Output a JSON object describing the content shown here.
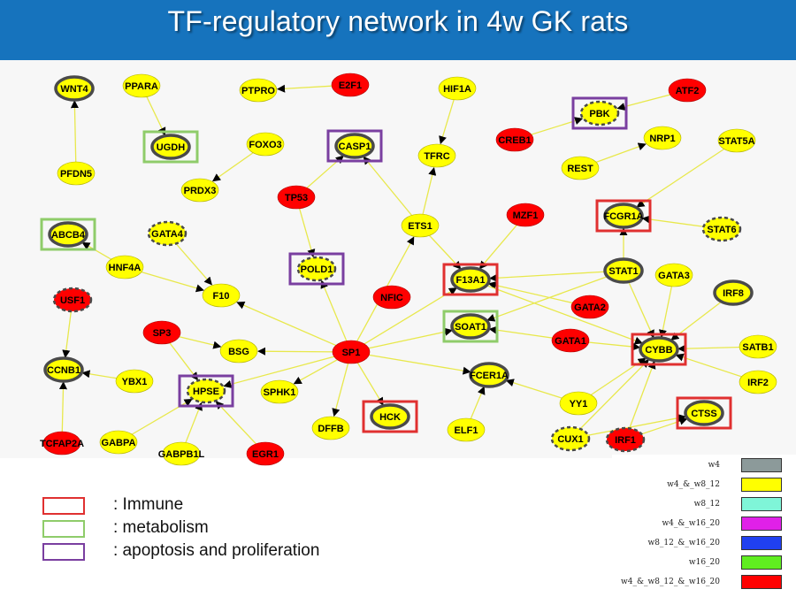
{
  "header": {
    "title": "TF-regulatory network in 4w GK rats"
  },
  "colors": {
    "header_bg": "#1673bd",
    "yellow": "#ffff00",
    "red": "#ff0000",
    "ring": "#4a4a4a",
    "edge": "#e8e84c",
    "immune": "#e03030",
    "metabolism": "#8fcc6a",
    "apoptosis": "#7a3fa0"
  },
  "nodes": [
    {
      "id": "WNT4",
      "fill": "yellow",
      "ring": "solid"
    },
    {
      "id": "PPARA",
      "fill": "yellow",
      "ring": "none"
    },
    {
      "id": "PTPRO",
      "fill": "yellow",
      "ring": "none"
    },
    {
      "id": "E2F1",
      "fill": "red",
      "ring": "none"
    },
    {
      "id": "HIF1A",
      "fill": "yellow",
      "ring": "none"
    },
    {
      "id": "ATF2",
      "fill": "red",
      "ring": "none"
    },
    {
      "id": "PBK",
      "fill": "yellow",
      "ring": "dashed"
    },
    {
      "id": "UGDH",
      "fill": "yellow",
      "ring": "solid"
    },
    {
      "id": "FOXO3",
      "fill": "yellow",
      "ring": "none"
    },
    {
      "id": "CASP1",
      "fill": "yellow",
      "ring": "solid"
    },
    {
      "id": "TFRC",
      "fill": "yellow",
      "ring": "none"
    },
    {
      "id": "CREB1",
      "fill": "red",
      "ring": "none"
    },
    {
      "id": "NRP1",
      "fill": "yellow",
      "ring": "none"
    },
    {
      "id": "STAT5A",
      "fill": "yellow",
      "ring": "none"
    },
    {
      "id": "PFDN5",
      "fill": "yellow",
      "ring": "none"
    },
    {
      "id": "REST",
      "fill": "yellow",
      "ring": "none"
    },
    {
      "id": "PRDX3",
      "fill": "yellow",
      "ring": "none"
    },
    {
      "id": "TP53",
      "fill": "red",
      "ring": "none"
    },
    {
      "id": "ETS1",
      "fill": "yellow",
      "ring": "none"
    },
    {
      "id": "MZF1",
      "fill": "red",
      "ring": "none"
    },
    {
      "id": "FCGR1A",
      "fill": "yellow",
      "ring": "solid"
    },
    {
      "id": "STAT6",
      "fill": "yellow",
      "ring": "dashed"
    },
    {
      "id": "ABCB4",
      "fill": "yellow",
      "ring": "solid"
    },
    {
      "id": "GATA4",
      "fill": "yellow",
      "ring": "dashed"
    },
    {
      "id": "HNF4A",
      "fill": "yellow",
      "ring": "none"
    },
    {
      "id": "POLD1",
      "fill": "yellow",
      "ring": "dashed"
    },
    {
      "id": "F13A1",
      "fill": "yellow",
      "ring": "solid"
    },
    {
      "id": "STAT1",
      "fill": "yellow",
      "ring": "solid"
    },
    {
      "id": "GATA3",
      "fill": "yellow",
      "ring": "none"
    },
    {
      "id": "IRF8",
      "fill": "yellow",
      "ring": "solid"
    },
    {
      "id": "F10",
      "fill": "yellow",
      "ring": "none"
    },
    {
      "id": "NFIC",
      "fill": "red",
      "ring": "none"
    },
    {
      "id": "USF1",
      "fill": "red",
      "ring": "dashed"
    },
    {
      "id": "GATA2",
      "fill": "red",
      "ring": "none"
    },
    {
      "id": "SP3",
      "fill": "red",
      "ring": "none"
    },
    {
      "id": "SOAT1",
      "fill": "yellow",
      "ring": "solid"
    },
    {
      "id": "GATA1",
      "fill": "red",
      "ring": "none"
    },
    {
      "id": "CYBB",
      "fill": "yellow",
      "ring": "solid"
    },
    {
      "id": "SATB1",
      "fill": "yellow",
      "ring": "none"
    },
    {
      "id": "BSG",
      "fill": "yellow",
      "ring": "none"
    },
    {
      "id": "SP1",
      "fill": "red",
      "ring": "none"
    },
    {
      "id": "CCNB1",
      "fill": "yellow",
      "ring": "solid"
    },
    {
      "id": "YBX1",
      "fill": "yellow",
      "ring": "none"
    },
    {
      "id": "HPSE",
      "fill": "yellow",
      "ring": "dashed"
    },
    {
      "id": "SPHK1",
      "fill": "yellow",
      "ring": "none"
    },
    {
      "id": "FCER1A",
      "fill": "yellow",
      "ring": "solid"
    },
    {
      "id": "IRF2",
      "fill": "yellow",
      "ring": "none"
    },
    {
      "id": "YY1",
      "fill": "yellow",
      "ring": "none"
    },
    {
      "id": "CTSS",
      "fill": "yellow",
      "ring": "solid"
    },
    {
      "id": "DFFB",
      "fill": "yellow",
      "ring": "none"
    },
    {
      "id": "HCK",
      "fill": "yellow",
      "ring": "solid"
    },
    {
      "id": "ELF1",
      "fill": "yellow",
      "ring": "none"
    },
    {
      "id": "CUX1",
      "fill": "yellow",
      "ring": "dashed"
    },
    {
      "id": "IRF1",
      "fill": "red",
      "ring": "dashed"
    },
    {
      "id": "TCFAP2A",
      "fill": "red",
      "ring": "none"
    },
    {
      "id": "GABPA",
      "fill": "yellow",
      "ring": "none"
    },
    {
      "id": "GABPB1L",
      "fill": "yellow",
      "ring": "none"
    },
    {
      "id": "EGR1",
      "fill": "red",
      "ring": "none"
    }
  ],
  "edges": [
    [
      "PFDN5",
      "WNT4"
    ],
    [
      "PPARA",
      "UGDH"
    ],
    [
      "E2F1",
      "PTPRO"
    ],
    [
      "HIF1A",
      "TFRC"
    ],
    [
      "ATF2",
      "PBK"
    ],
    [
      "CREB1",
      "PBK"
    ],
    [
      "FOXO3",
      "PRDX3"
    ],
    [
      "TP53",
      "CASP1"
    ],
    [
      "ETS1",
      "CASP1"
    ],
    [
      "REST",
      "NRP1"
    ],
    [
      "STAT5A",
      "FCGR1A"
    ],
    [
      "TP53",
      "POLD1"
    ],
    [
      "ETS1",
      "TFRC"
    ],
    [
      "ETS1",
      "F13A1"
    ],
    [
      "MZF1",
      "F13A1"
    ],
    [
      "STAT6",
      "FCGR1A"
    ],
    [
      "STAT1",
      "FCGR1A"
    ],
    [
      "HNF4A",
      "ABCB4"
    ],
    [
      "HNF4A",
      "F10"
    ],
    [
      "GATA4",
      "F10"
    ],
    [
      "SP1",
      "F10"
    ],
    [
      "SP1",
      "POLD1"
    ],
    [
      "SP1",
      "F13A1"
    ],
    [
      "STAT1",
      "F13A1"
    ],
    [
      "GATA3",
      "CYBB"
    ],
    [
      "IRF8",
      "CYBB"
    ],
    [
      "STAT1",
      "CYBB"
    ],
    [
      "GATA2",
      "F13A1"
    ],
    [
      "USF1",
      "CCNB1"
    ],
    [
      "SP1",
      "SOAT1"
    ],
    [
      "STAT1",
      "SOAT1"
    ],
    [
      "GATA1",
      "CYBB"
    ],
    [
      "SATB1",
      "CYBB"
    ],
    [
      "IRF2",
      "CYBB"
    ],
    [
      "SP3",
      "BSG"
    ],
    [
      "SP1",
      "BSG"
    ],
    [
      "SP3",
      "HPSE"
    ],
    [
      "SP1",
      "HPSE"
    ],
    [
      "SP1",
      "SPHK1"
    ],
    [
      "SP1",
      "FCER1A"
    ],
    [
      "YBX1",
      "CCNB1"
    ],
    [
      "TCFAP2A",
      "CCNB1"
    ],
    [
      "GABPA",
      "HPSE"
    ],
    [
      "GABPB1L",
      "HPSE"
    ],
    [
      "EGR1",
      "HPSE"
    ],
    [
      "SP1",
      "DFFB"
    ],
    [
      "SP1",
      "HCK"
    ],
    [
      "ELF1",
      "FCER1A"
    ],
    [
      "YY1",
      "FCER1A"
    ],
    [
      "YY1",
      "CYBB"
    ],
    [
      "CUX1",
      "CYBB"
    ],
    [
      "IRF1",
      "CYBB"
    ],
    [
      "IRF1",
      "CTSS"
    ],
    [
      "CUX1",
      "CTSS"
    ],
    [
      "F13A1",
      "CYBB"
    ],
    [
      "SP1",
      "ETS1"
    ],
    [
      "GATA1",
      "SOAT1"
    ]
  ],
  "categories": [
    {
      "key": "immune",
      "label": ": Immune",
      "color": "#e03030"
    },
    {
      "key": "metabolism",
      "label": ": metabolism",
      "color": "#8fcc6a"
    },
    {
      "key": "apoptosis",
      "label": ": apoptosis and proliferation",
      "color": "#7a3fa0"
    }
  ],
  "category_nodes": {
    "immune": [
      "F13A1",
      "FCGR1A",
      "CYBB",
      "HCK",
      "CTSS"
    ],
    "metabolism": [
      "UGDH",
      "ABCB4",
      "SOAT1"
    ],
    "apoptosis": [
      "CASP1",
      "POLD1",
      "HPSE",
      "PBK"
    ]
  },
  "series_legend": [
    {
      "label": "w4",
      "color": "#8c9a9a"
    },
    {
      "label": "w4_&_w8_12",
      "color": "#ffff00"
    },
    {
      "label": "w8_12",
      "color": "#7ff5d8"
    },
    {
      "label": "w4_&_w16_20",
      "color": "#e020e8"
    },
    {
      "label": "w8_12_&_w16_20",
      "color": "#2040f0"
    },
    {
      "label": "w16_20",
      "color": "#60ee20"
    },
    {
      "label": "w4_&_w8_12_&_w16_20",
      "color": "#ff0000"
    }
  ]
}
